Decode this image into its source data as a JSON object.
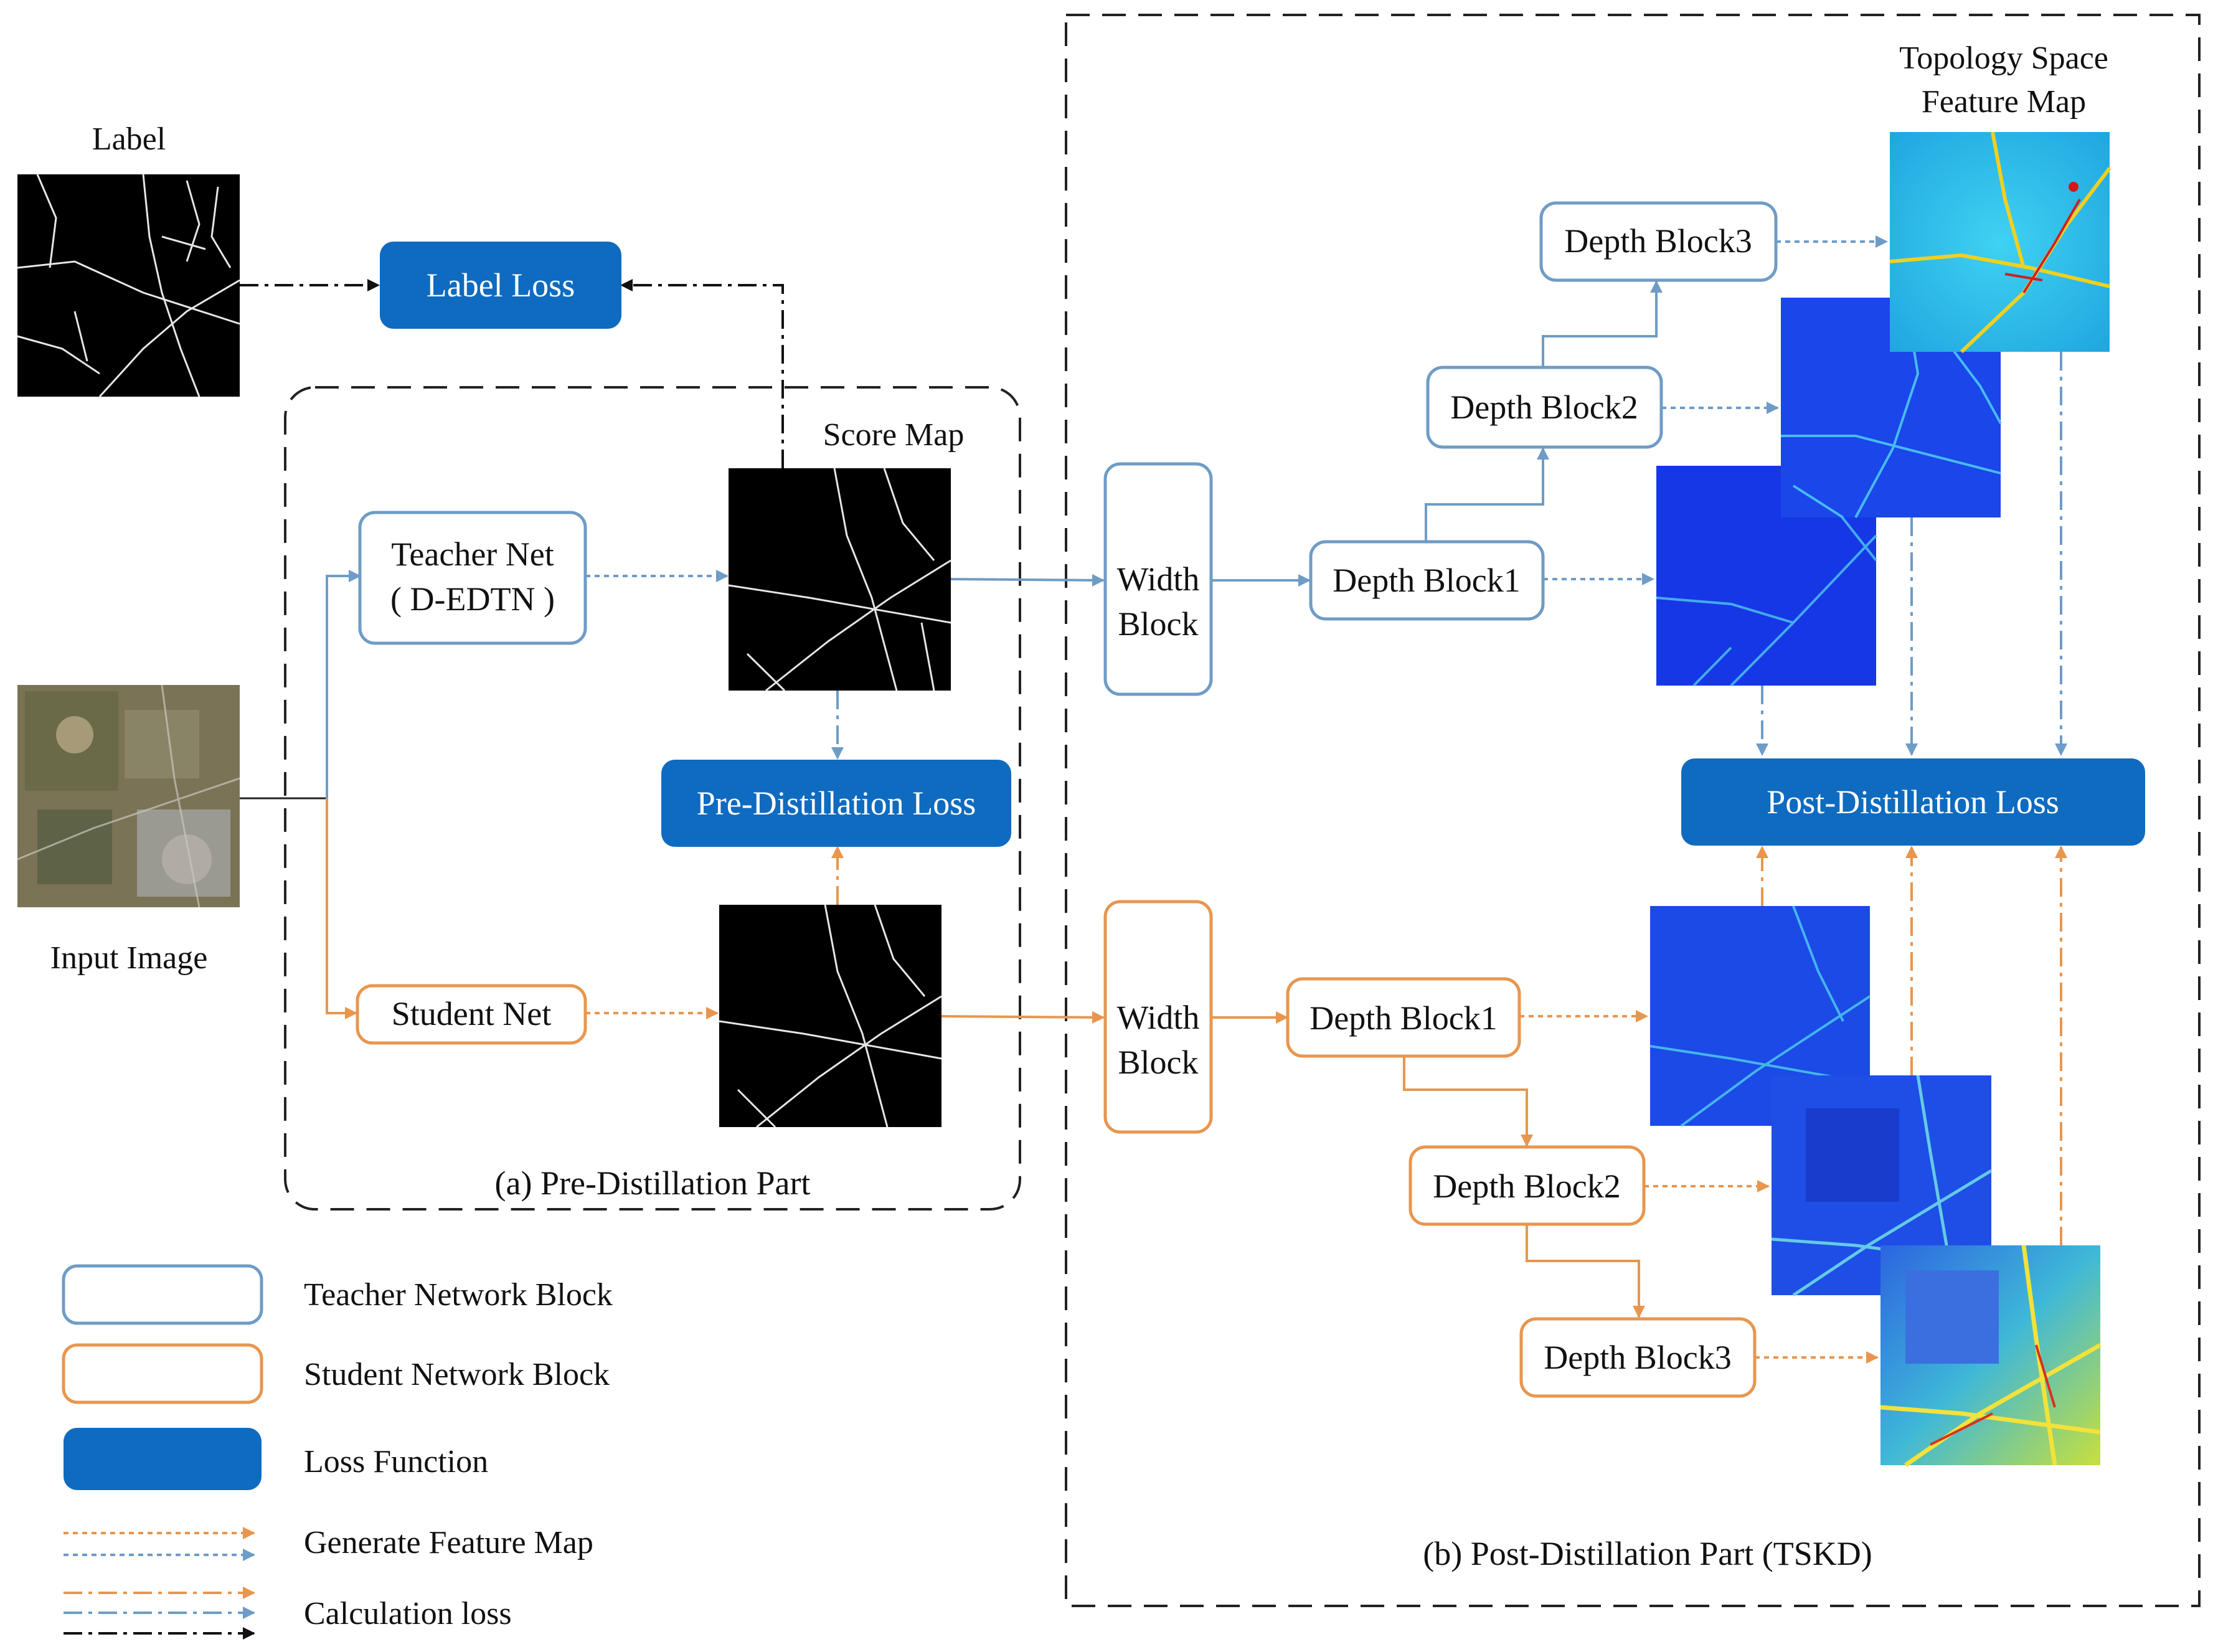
{
  "labels": {
    "label": "Label",
    "input_image": "Input Image",
    "label_loss": "Label Loss",
    "score_map": "Score Map",
    "teacher_net_line1": "Teacher Net",
    "teacher_net_line2": "( D-EDTN )",
    "student_net": "Student Net",
    "pre_distillation_loss": "Pre-Distillation Loss",
    "post_distillation_loss": "Post-Distillation Loss",
    "pre_part_caption": "(a) Pre-Distillation Part",
    "post_part_caption": "(b) Post-Distillation Part (TSKD)",
    "width_block_line1": "Width",
    "width_block_line2": "Block",
    "depth_block1": "Depth Block1",
    "depth_block2": "Depth Block2",
    "depth_block3": "Depth Block3",
    "topology_line1": "Topology Space",
    "topology_line2": "Feature Map"
  },
  "legend": {
    "teacher": "Teacher Network Block",
    "student": "Student Network Block",
    "loss": "Loss Function",
    "generate": "Generate Feature Map",
    "calculation": "Calculation loss"
  },
  "colors": {
    "teacher": "#6e9cc6",
    "student": "#e8964e",
    "loss_fill": "#0f6bbf",
    "dash_border": "#222222"
  }
}
